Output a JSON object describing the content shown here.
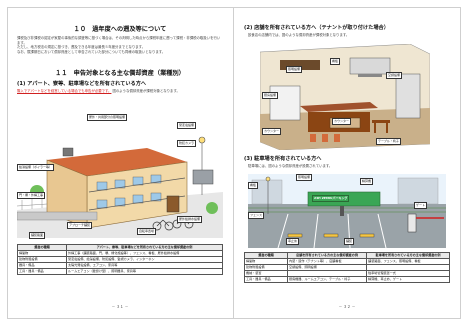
{
  "left": {
    "section_title": "１０　過年度への遡及等について",
    "intro": [
      "課税及び非課税の認定が家屋の事後的な調査等に基づく場合は、その判明した時点から課税年度に遡って課税・非課税の取扱いを行います。",
      "ただし、地方税法の規定に基づき、遡及できる年度は最長５年度分までとなります。",
      "なお、賦課期日において償却資産として申告されていた部分についても同様の取扱いとなります。"
    ],
    "heading": "１１　申告対象となる主な償却資産（業種別）",
    "subheading": "(1) アパート、寮等、駐車場などを所有されている方へ",
    "red_text": "購入でアパートなどを経営している場合でも申告が必要です。",
    "body_text": "図のような償却資産が課税対象となります。",
    "callouts": [
      "屋外・共用部分の照明設備",
      "受変電設備",
      "自転車置場",
      "門・塀・外構工事",
      "舗装路面",
      "屋外給排水設備",
      "アプローチ舗装",
      "給湯設備（ボイラー等）",
      "防犯カメラ"
    ],
    "table": {
      "headers": [
        "資産の種類",
        "アパート、寮等、駐車場などを所有されている方の主な償却資産の例"
      ],
      "rows": [
        [
          "構築物",
          "外構工事（舗装路面、門、塀、緑化施設等）、フェンス、看板、屋外給排水設備"
        ],
        [
          "建物附属設備",
          "受変電設備、給湯設備、防犯設備、監視カメラ、インターホン"
        ],
        [
          "器具・備品",
          "太陽光発電設備、エアコン、家具等"
        ],
        [
          "工具・器具・備品",
          "ルームエアコン（壁掛け型）、照明器具、家具等"
        ]
      ]
    },
    "page_number": "－ ３１ －"
  },
  "right": {
    "sec2_title": "(2) 店舗を所有されている方へ（テナントが取り付けた場合）",
    "sec2_text": "飲食店の店舗内では、図のような償却資産が課税対象となります。",
    "shop_callouts": [
      "看板",
      "カウンター",
      "テーブル・椅子",
      "厨房設備",
      "照明設備",
      "空調設備"
    ],
    "shop_sign": "カウンター",
    "sec3_title": "(3) 駐車場を所有されている方へ",
    "sec3_text": "駐車場には、図のような償却資産が設置されています。",
    "parking_sign": "ZEMIUパーキング",
    "parking_price": "24H",
    "parking_callouts": [
      "看板",
      "精算機",
      "照明設備",
      "車止め",
      "フェンス",
      "舗装",
      "ゲート"
    ],
    "table": {
      "headers": [
        "資産の種類",
        "店舗を所有されている方の主な償却資産の例",
        "駐車場を所有されている方の主な償却資産の例"
      ],
      "rows": [
        [
          "構築物",
          "内装・造作（テナント等）、店舗看板",
          "舗装路面、フェンス、照明設備、看板"
        ],
        [
          "建物附属設備",
          "空調設備、照明設備",
          ""
        ],
        [
          "機械・装置",
          "",
          "駐車場管理装置一式"
        ],
        [
          "工具・器具・備品",
          "厨房機器、ルームエアコン、テーブル・椅子",
          "精算機、車止め、ゲート"
        ]
      ]
    },
    "page_number": "－ ３２ －"
  },
  "colors": {
    "red": "#d12020",
    "roof": "#d36a3a",
    "wall": "#f2d9a8",
    "grass": "#6fbf5a",
    "paint": "#f5c542"
  }
}
